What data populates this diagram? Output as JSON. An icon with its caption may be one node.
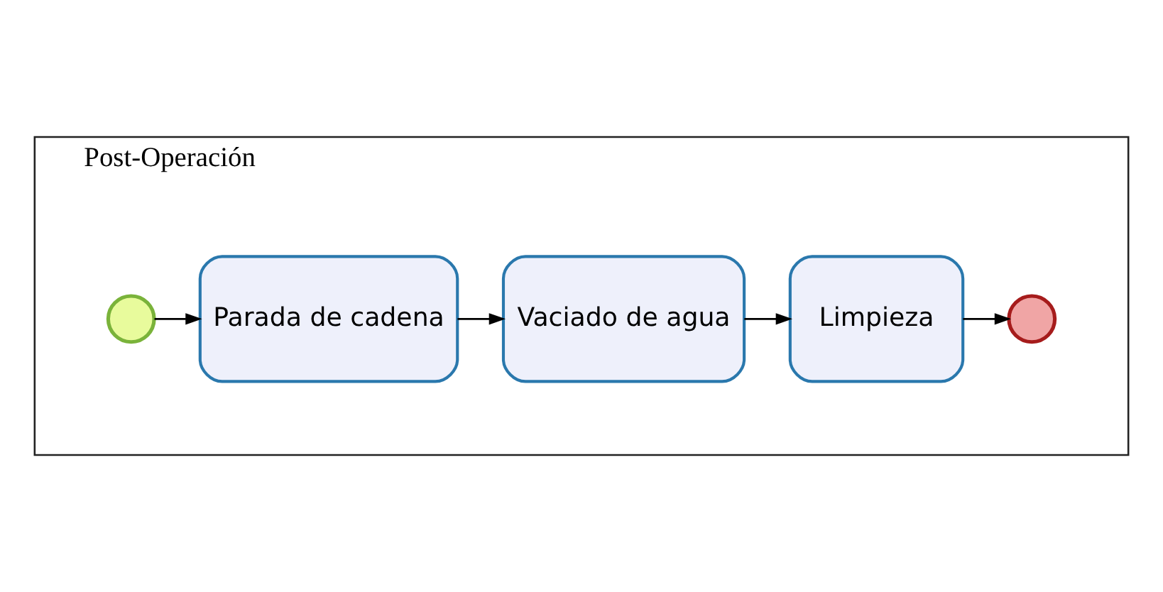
{
  "diagram": {
    "nodes": [
      {
        "text": [
          "Post-Operación"
        ]
      },
      {
        "text": [],
        "shape": "circle",
        "in": 0
      },
      {
        "text": [
          "Parada de cadena"
        ],
        "in": 0
      },
      {
        "text": [
          "Vaciado de agua"
        ],
        "in": 0
      },
      {
        "text": [
          "Limpieza"
        ],
        "in": 0
      },
      {
        "text": [],
        "shape": "circle",
        "in": 0
      }
    ],
    "edges": [
      {
        "from": 1,
        "to": 2,
        "arrow": "to"
      },
      {
        "from": 2,
        "to": 3,
        "arrow": "to"
      },
      {
        "from": 3,
        "to": 4,
        "arrow": "to"
      },
      {
        "from": 4,
        "to": 5,
        "arrow": "to"
      }
    ]
  }
}
